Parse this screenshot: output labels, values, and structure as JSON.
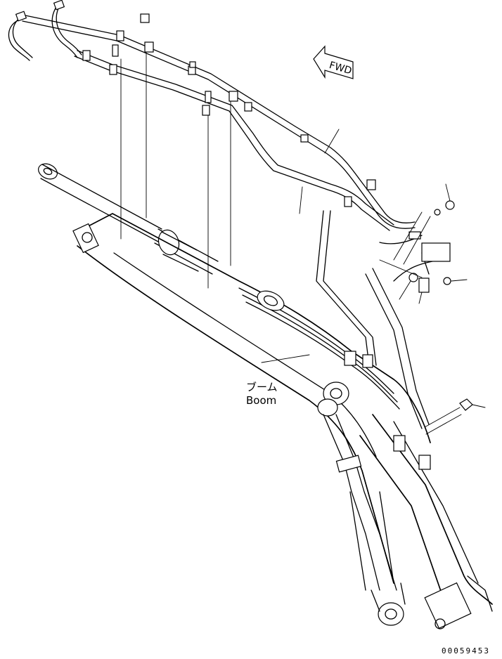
{
  "labels": {
    "part_jp": "ブーム",
    "part_en": "Boom",
    "direction": "FWD",
    "drawing_code": "00059453"
  },
  "icons": {
    "direction_arrow": "fwd-arrow-icon"
  }
}
